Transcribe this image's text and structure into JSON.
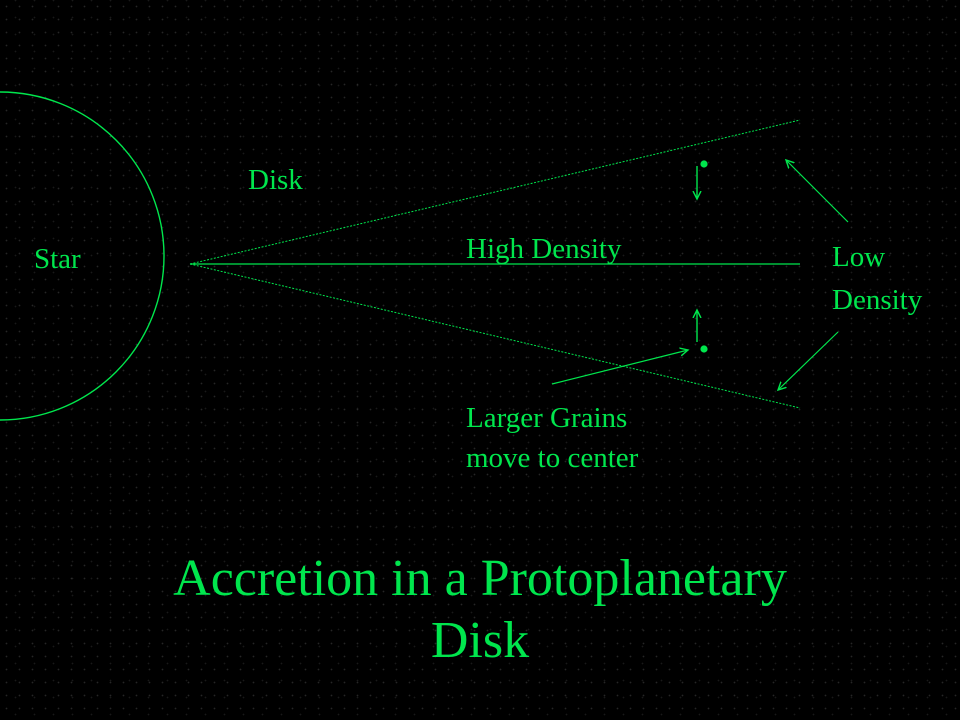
{
  "colors": {
    "background": "#000000",
    "foreground": "#00e64d"
  },
  "labels": {
    "star": "Star",
    "disk": "Disk",
    "high_density": "High Density",
    "low_density": [
      "Low",
      "Density"
    ],
    "larger_grains": [
      "Larger Grains",
      "move to center"
    ]
  },
  "title": [
    "Accretion in a Protoplanetary",
    "Disk"
  ]
}
